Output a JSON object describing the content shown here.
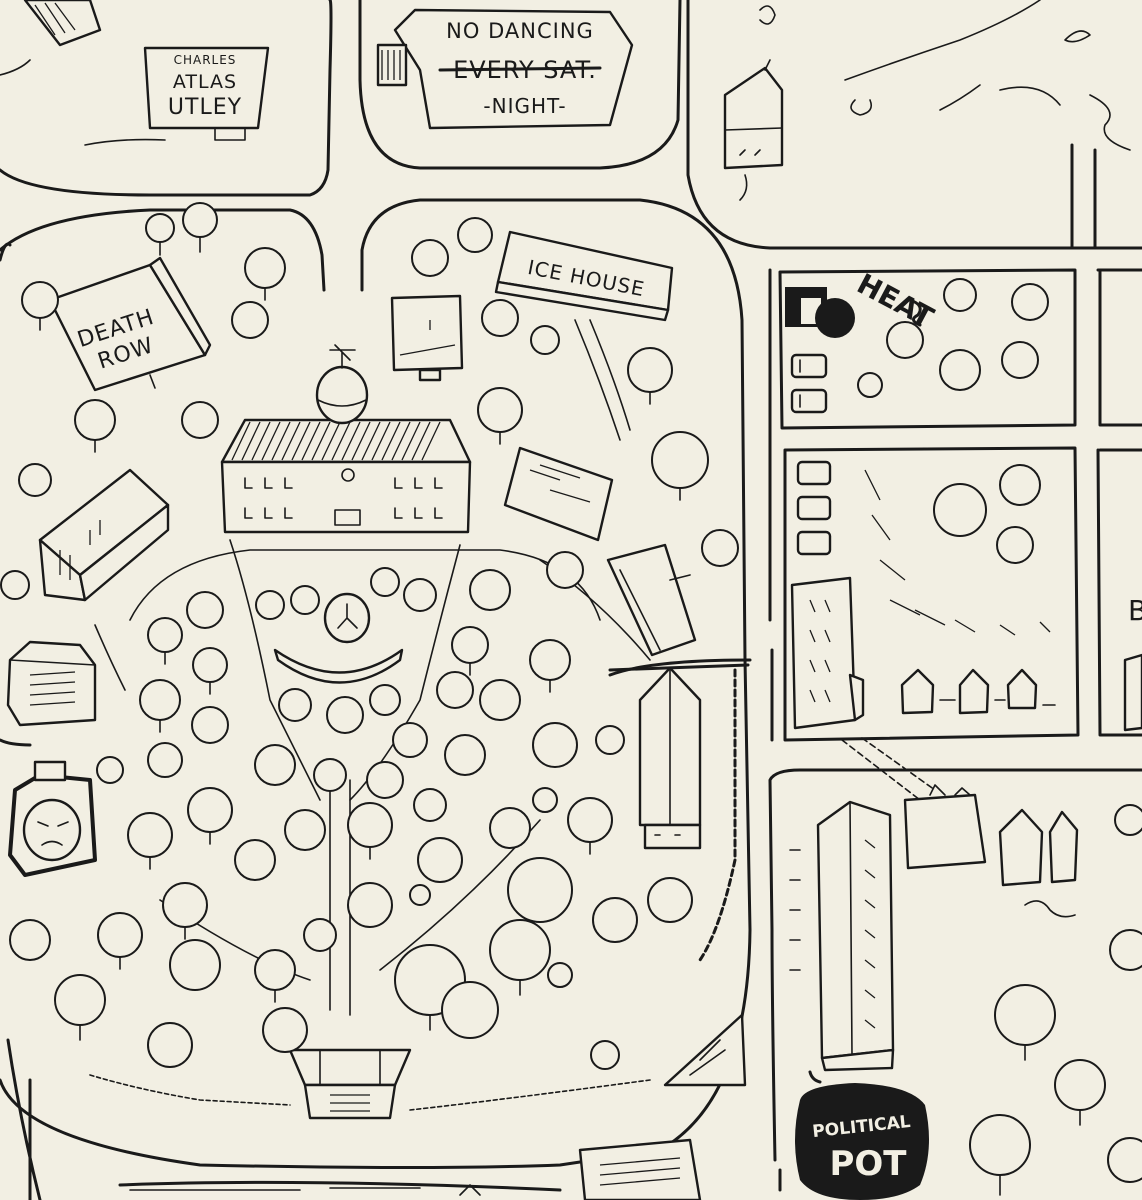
{
  "labels": {
    "charles": "CHARLES",
    "atlas": "ATLAS",
    "utley": "UTLEY",
    "no_dancing": "NO DANCING",
    "every_sat": "EVERY SAT.",
    "night": "-NIGHT-",
    "ice_house": "ICE HOUSE",
    "death": "DEATH",
    "row": "ROW",
    "heat": "HEAT",
    "political": "POLITICAL",
    "pot": "POT",
    "b_fragment": "B"
  },
  "colors": {
    "paper": "#f2efe3",
    "ink": "#1a1a1a"
  }
}
